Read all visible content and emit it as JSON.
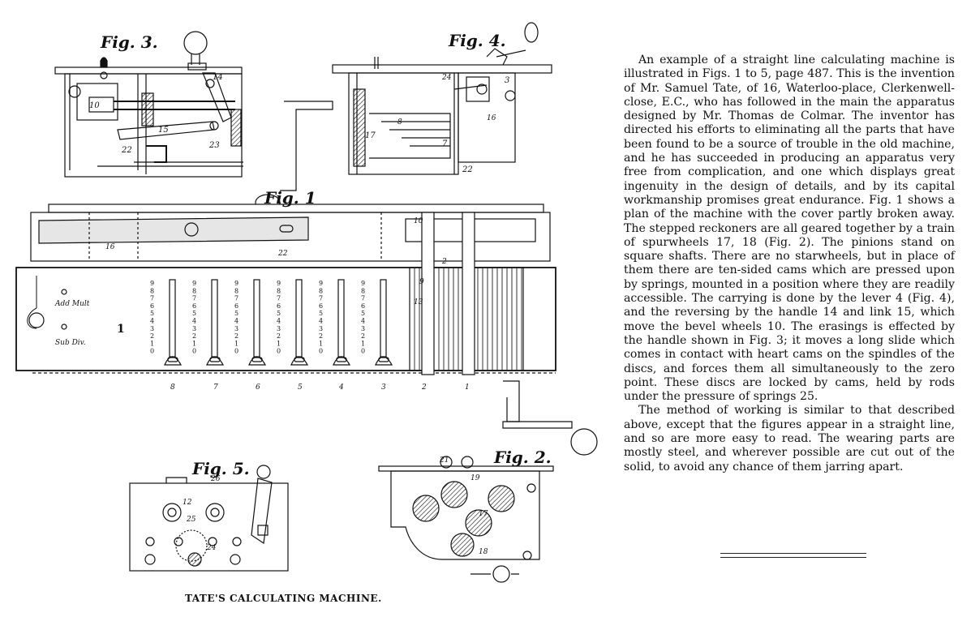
{
  "figures": {
    "fig3": "Fig. 3.",
    "fig4": "Fig. 4.",
    "fig1": "Fig. 1",
    "fig5": "Fig. 5.",
    "fig2": "Fig. 2.",
    "caption": "TATE'S CALCULATING MACHINE.",
    "labels": {
      "add_mult": "Add  Mult",
      "sub_div": "Sub  Div.",
      "one": "1",
      "digits": [
        "9",
        "8",
        "7",
        "6",
        "5",
        "4",
        "3",
        "2",
        "1",
        "0"
      ],
      "columns": [
        "8",
        "7",
        "6",
        "5",
        "4",
        "3",
        "2",
        "1"
      ],
      "n14": "14",
      "n10": "10",
      "n15": "15",
      "n22": "22",
      "n23": "23",
      "n24": "24",
      "n3": "3",
      "n16": "16",
      "n8": "8",
      "n17": "17",
      "n7": "7",
      "n12": "12",
      "n25": "25",
      "n26": "26",
      "n21": "21",
      "n19": "19",
      "n18": "18",
      "n13": "13",
      "n9": "9",
      "n2": "2"
    }
  },
  "article": {
    "p1": "An example of a straight line calculating machine is illustrated in Figs. 1 to 5, page 487. This is the invention of Mr. Samuel Tate, of 16, Waterloo-place, Clerkenwell-close, E.C., who has followed in the main the apparatus designed by Mr. Thomas de Colmar. The inventor has directed his efforts to eliminating all the parts that have been found to be a source of trouble in the old machine, and he has succeeded in producing an apparatus very free from complication, and one which displays great ingenuity in the design of details, and by its capital workmanship promises great endurance. Fig. 1 shows a plan of the machine with the cover partly broken away. The stepped reckoners are all geared together by a train of spurwheels 17, 18 (Fig. 2). The pinions stand on square shafts. There are no starwheels, but in place of them there are ten-sided cams which are pressed upon by springs, mounted in a position where they are readily accessible. The carrying is done by the lever 4 (Fig. 4), and the reversing by the handle 14 and link 15, which move the bevel wheels 10. The erasings is effected by the handle shown in Fig. 3; it moves a long slide which comes in contact with heart cams on the spindles of the discs, and forces them all simultaneously to the zero point. These discs are locked by cams, held by rods under the pressure of springs 25.",
    "p2": "The method of working is similar to that described above, except that the figures appear in a straight line, and so are more easy to read. The wearing parts are mostly steel, and wherever possible are cut out of the solid, to avoid any chance of them jarring apart."
  }
}
